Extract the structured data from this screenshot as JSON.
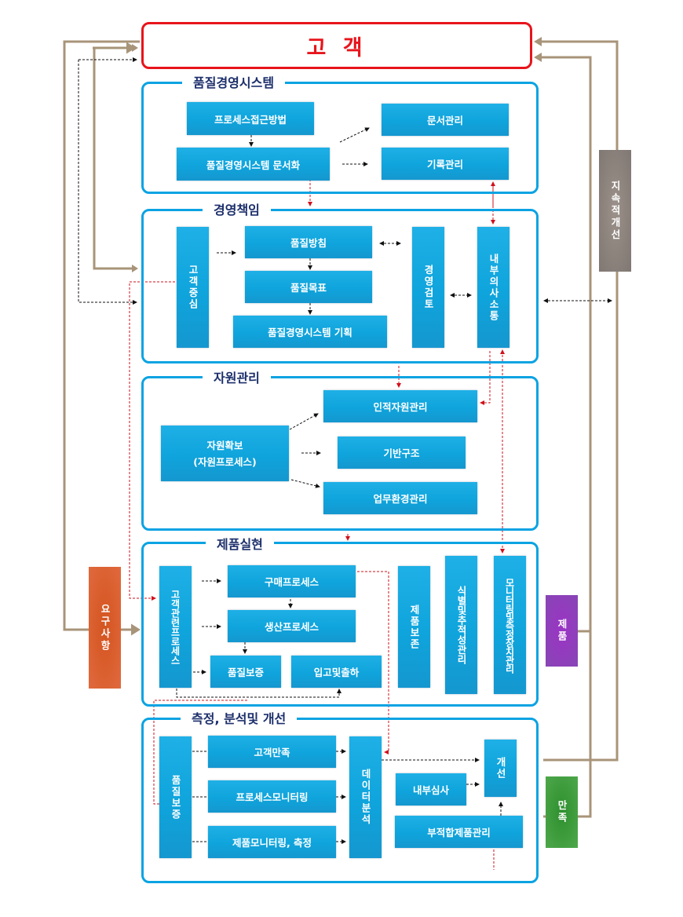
{
  "customer": {
    "label": "고 객"
  },
  "sections": {
    "qms": {
      "title": "품질경영시스템",
      "process_approach": "프로세스접근방법",
      "documentation": "품질경영시스템 문서화",
      "document_control": "문서관리",
      "record_control": "기록관리"
    },
    "management": {
      "title": "경영책임",
      "customer_focus": "고객중심",
      "quality_policy": "품질방침",
      "quality_objectives": "품질목표",
      "qms_planning": "품질경영시스템 기획",
      "management_review": "경영검토",
      "internal_communication": "내부의사소통"
    },
    "resource": {
      "title": "자원관리",
      "provision_line1": "자원확보",
      "provision_line2": "(자원프로세스)",
      "human_resources": "인적자원관리",
      "infrastructure": "기반구조",
      "work_environment": "업무환경관리"
    },
    "realization": {
      "title": "제품실현",
      "customer_processes": "고객관련프로세스",
      "purchasing": "구매프로세스",
      "production": "생산프로세스",
      "quality_assurance": "품질보증",
      "receiving_shipping": "입고및출하",
      "preservation": "제품보존",
      "identification_traceability": "식별및추적성관리",
      "monitoring_devices": "모니터링및측정장치관리"
    },
    "measurement": {
      "title": "측정, 분석및 개선",
      "quality_assurance": "품질보증",
      "customer_satisfaction": "고객만족",
      "process_monitoring": "프로세스모니터링",
      "product_monitoring": "제품모니터링, 측정",
      "data_analysis": "데이터분석",
      "internal_audit": "내부심사",
      "nonconforming_product": "부적합제품관리",
      "improvement": "개선"
    }
  },
  "side_labels": {
    "requirements": "요구사항",
    "continual_improvement": "지속적개선",
    "product": "제품",
    "satisfaction": "만족"
  },
  "colors": {
    "customer_border": "#e8141b",
    "section_border": "#0ba3e2",
    "box_fill": "#0fa4dc",
    "title_text": "#1c2f6b",
    "feedback_line": "#a89479",
    "requirements": "#dc5a2a",
    "continual_improvement": "#8a827c",
    "product": "#9440c0",
    "satisfaction": "#3f9a3d",
    "red_dashed": "#d0101b"
  }
}
